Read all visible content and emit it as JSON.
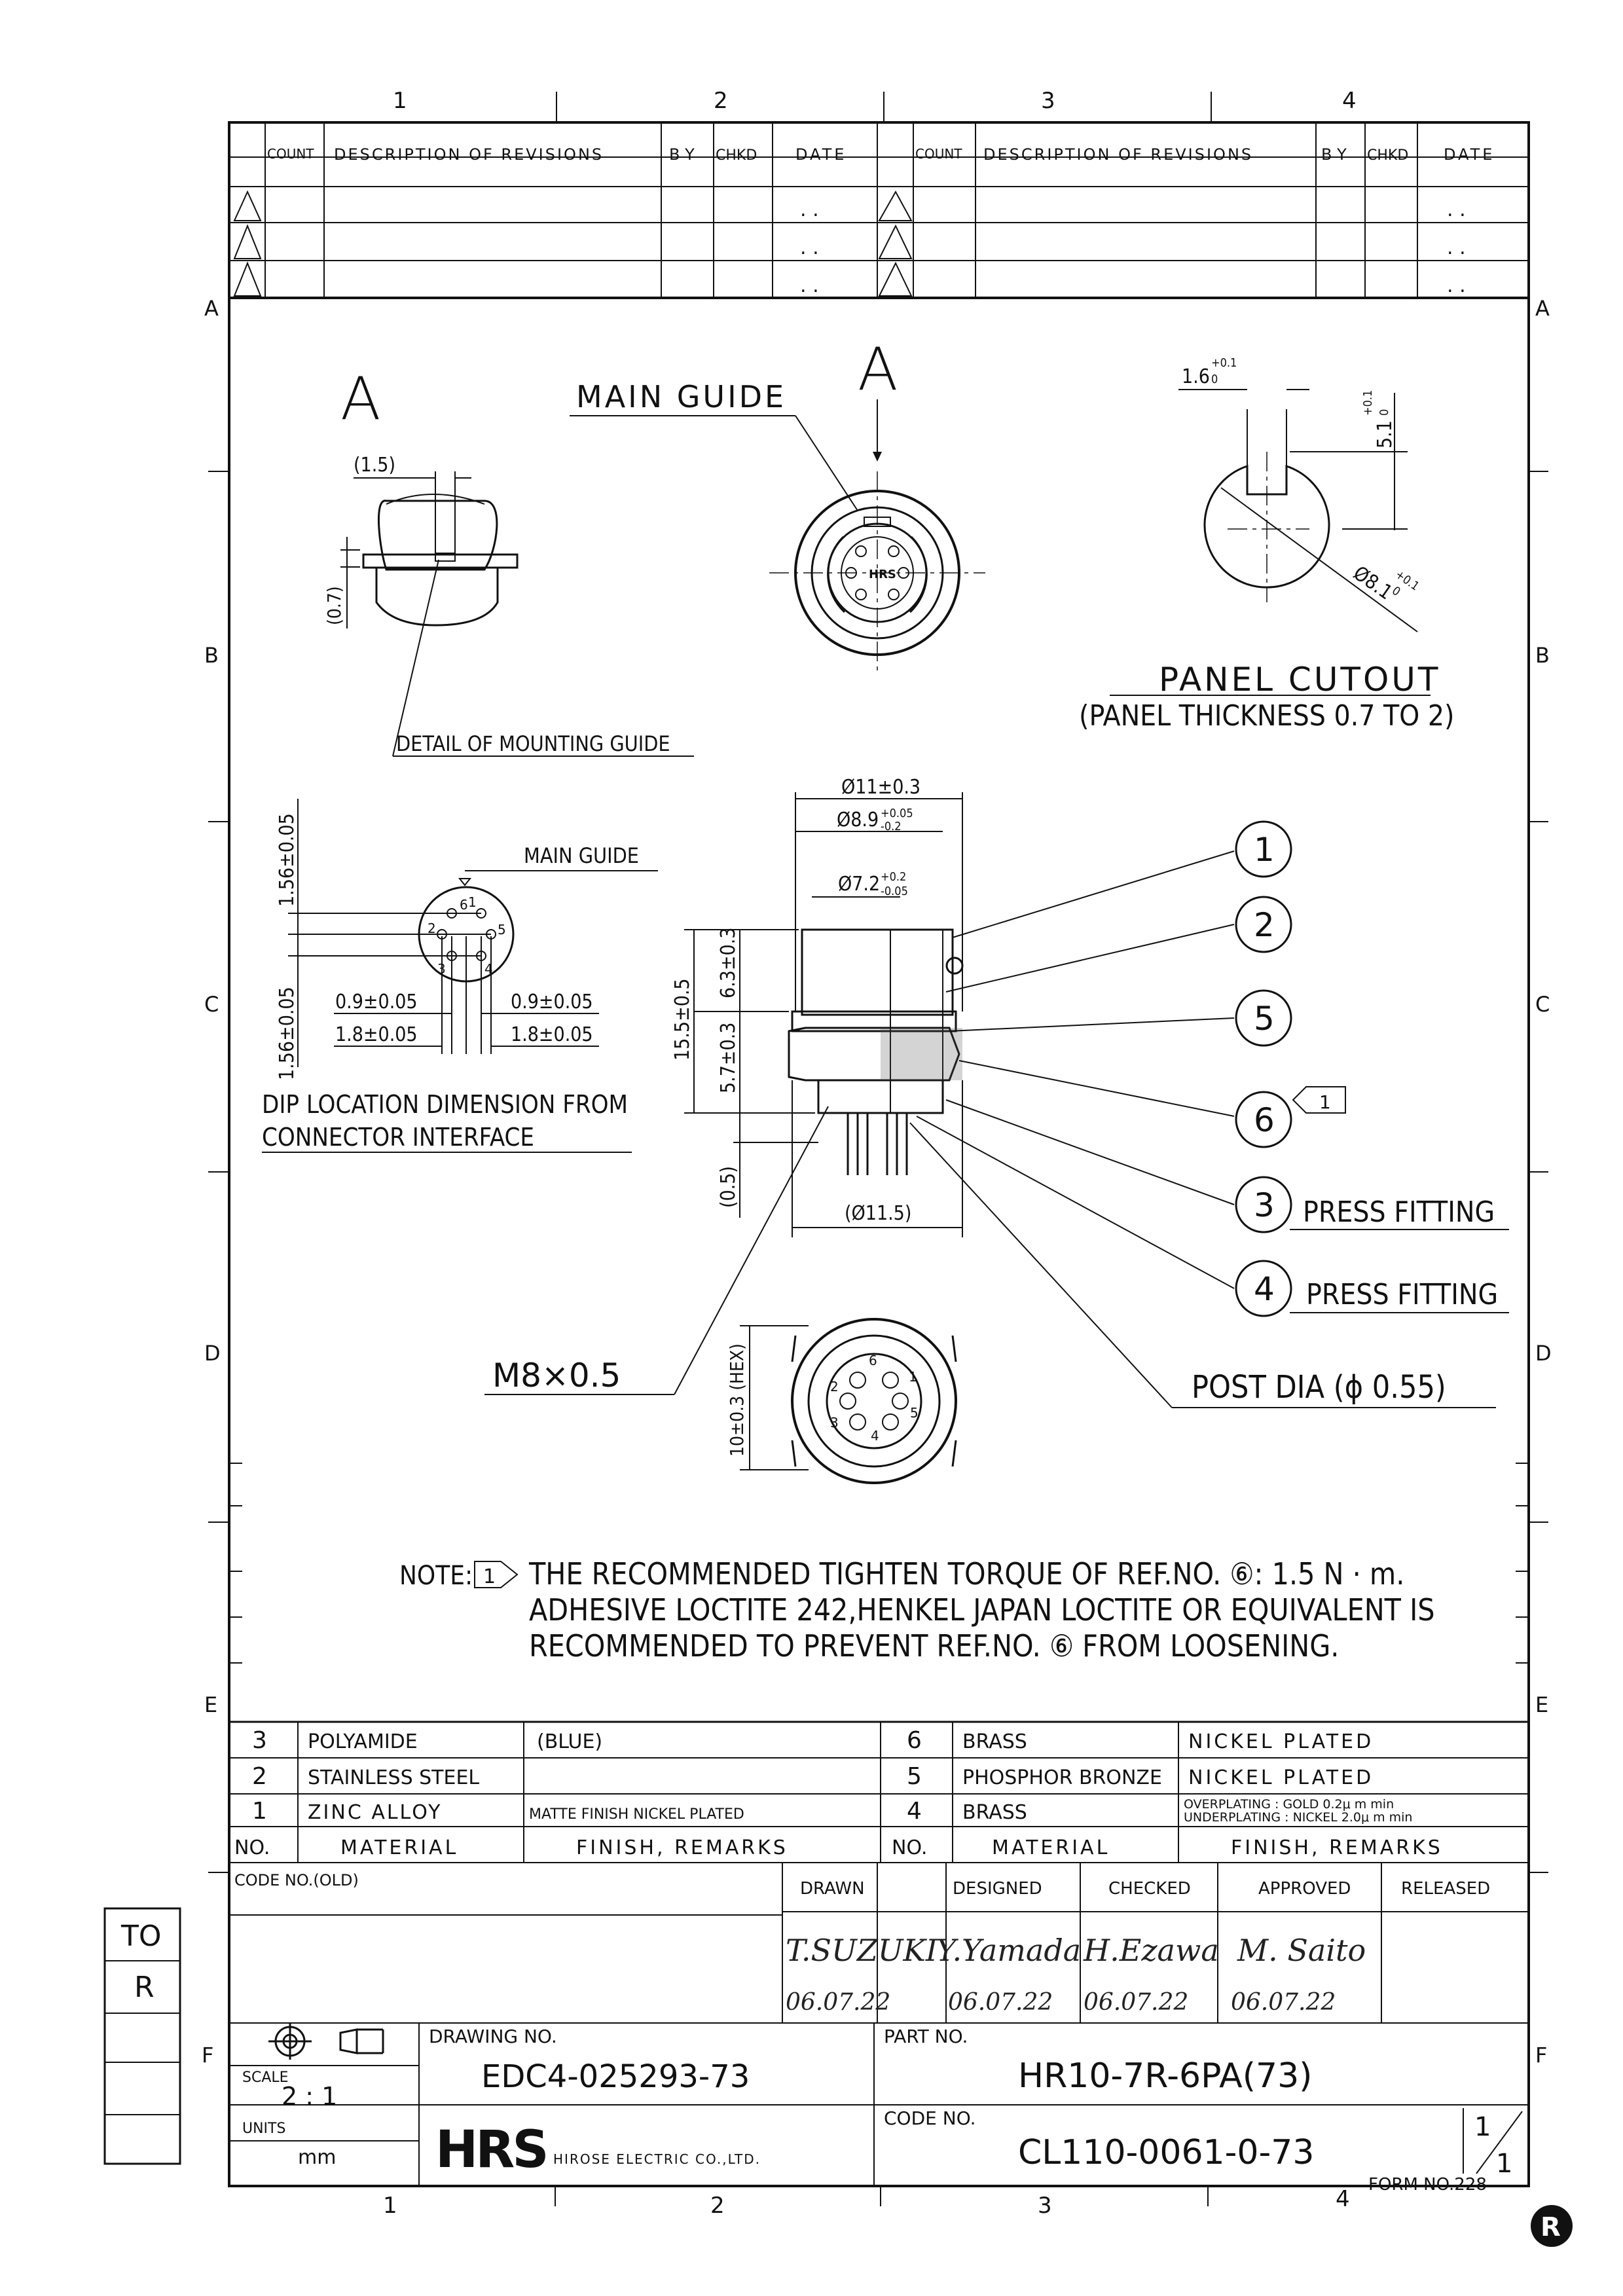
{
  "zone_cols": [
    "1",
    "2",
    "3",
    "4"
  ],
  "zone_rows": [
    "A",
    "B",
    "C",
    "D",
    "E",
    "F"
  ],
  "revisions": {
    "headers": [
      "COUNT",
      "DESCRIPTION OF REVISIONS",
      "B Y",
      "CHKD",
      "DATE"
    ],
    "date_placeholder": ". ."
  },
  "views": {
    "detail_a_letter": "A",
    "detail_a_dim_h": "(1.5)",
    "detail_a_dim_v": "(0.7)",
    "detail_caption": "DETAIL OF MOUNTING GUIDE",
    "front_letter": "A",
    "main_guide": "MAIN GUIDE",
    "hrs_mark": "HRS",
    "panel_w": "1.6",
    "panel_w_tol": "+0.1",
    "panel_w_tol0": "0",
    "panel_h": "5.1",
    "panel_h_tol": "+0.1",
    "panel_h_tol0": "0",
    "panel_dia": "Ø8.1",
    "panel_dia_tol": "+0.1",
    "panel_dia_tol0": "0",
    "panel_cutout": "PANEL CUTOUT",
    "panel_thickness": "(PANEL THICKNESS 0.7 TO 2)",
    "dip_main_guide": "MAIN GUIDE",
    "dip_v_top": "1.56±0.05",
    "dip_v_bottom": "1.56±0.05",
    "dip_h1_left": "0.9±0.05",
    "dip_h1_right": "0.9±0.05",
    "dip_h2_left": "1.8±0.05",
    "dip_h2_right": "1.8±0.05",
    "dip_pins": [
      "1",
      "2",
      "3",
      "4",
      "5",
      "6"
    ],
    "dip_caption_1": "DIP LOCATION DIMENSION FROM",
    "dip_caption_2": "CONNECTOR INTERFACE",
    "side_d11": "Ø11±0.3",
    "side_d89": "Ø8.9",
    "side_d89_tol_up": "+0.05",
    "side_d89_tol_dn": "-0.2",
    "side_d72": "Ø7.2",
    "side_d72_tol_up": "+0.2",
    "side_d72_tol_dn": "-0.05",
    "side_h155": "15.5±0.5",
    "side_h63": "6.3±0.3",
    "side_h57": "5.7±0.3",
    "side_h05": "(0.5)",
    "side_d115": "(Ø11.5)",
    "balloons": [
      "1",
      "2",
      "5",
      "6",
      "3",
      "4"
    ],
    "note_flag": "1",
    "press_fitting_3": "PRESS FITTING",
    "press_fitting_4": "PRESS FITTING",
    "thread": "M8×0.5",
    "hex": "10±0.3 (HEX)",
    "post_dia": "POST DIA (ϕ 0.55)"
  },
  "note": {
    "label": "NOTE:",
    "flag": "1",
    "line1": "THE RECOMMENDED TIGHTEN TORQUE OF REF.NO. ⑥: 1.5 N · m.",
    "line2": "ADHESIVE LOCTITE 242,HENKEL JAPAN LOCTITE OR EQUIVALENT IS",
    "line3": "RECOMMENDED TO PREVENT REF.NO. ⑥ FROM LOOSENING."
  },
  "materials": {
    "rows": [
      {
        "no": "3",
        "material": "POLYAMIDE",
        "finish": "(BLUE)",
        "no2": "6",
        "material2": "BRASS",
        "finish2": "NICKEL PLATED"
      },
      {
        "no": "2",
        "material": "STAINLESS STEEL",
        "finish": "",
        "no2": "5",
        "material2": "PHOSPHOR BRONZE",
        "finish2": "NICKEL PLATED"
      },
      {
        "no": "1",
        "material": "ZINC ALLOY",
        "finish": "MATTE FINISH NICKEL PLATED",
        "no2": "4",
        "material2": "BRASS",
        "finish2a": "OVERPLATING : GOLD 0.2μ m min",
        "finish2b": "UNDERPLATING : NICKEL 2.0μ m min"
      }
    ],
    "header": {
      "no": "NO.",
      "material": "MATERIAL",
      "finish": "FINISH, REMARKS"
    }
  },
  "title_block": {
    "code_old_label": "CODE NO.(OLD)",
    "drawn_label": "DRAWN",
    "designed_label": "DESIGNED",
    "checked_label": "CHECKED",
    "approved_label": "APPROVED",
    "released_label": "RELEASED",
    "drawn_name": "T.SUZUKI",
    "designed_name": "Y.Yamada",
    "checked_name": "H.Ezawa",
    "approved_name": "M. Saito",
    "drawn_date": "06.07.22",
    "designed_date": "06.07.22",
    "checked_date": "06.07.22",
    "approved_date": "06.07.22",
    "scale_label": "SCALE",
    "scale_value": "2 : 1",
    "units_label": "UNITS",
    "units_value": "mm",
    "drawing_no_label": "DRAWING NO.",
    "drawing_no": "EDC4-025293-73",
    "part_no_label": "PART NO.",
    "part_no": "HR10-7R-6PA(73)",
    "code_no_label": "CODE NO.",
    "code_no": "CL110-0061-0-73",
    "sheet_num": "1",
    "sheet_den": "1",
    "company_logo": "HRS",
    "company": "HIROSE ELECTRIC CO.,LTD.",
    "form_no": "FORM NO.228"
  },
  "to_box": {
    "line1": "TO",
    "line2": "R"
  }
}
